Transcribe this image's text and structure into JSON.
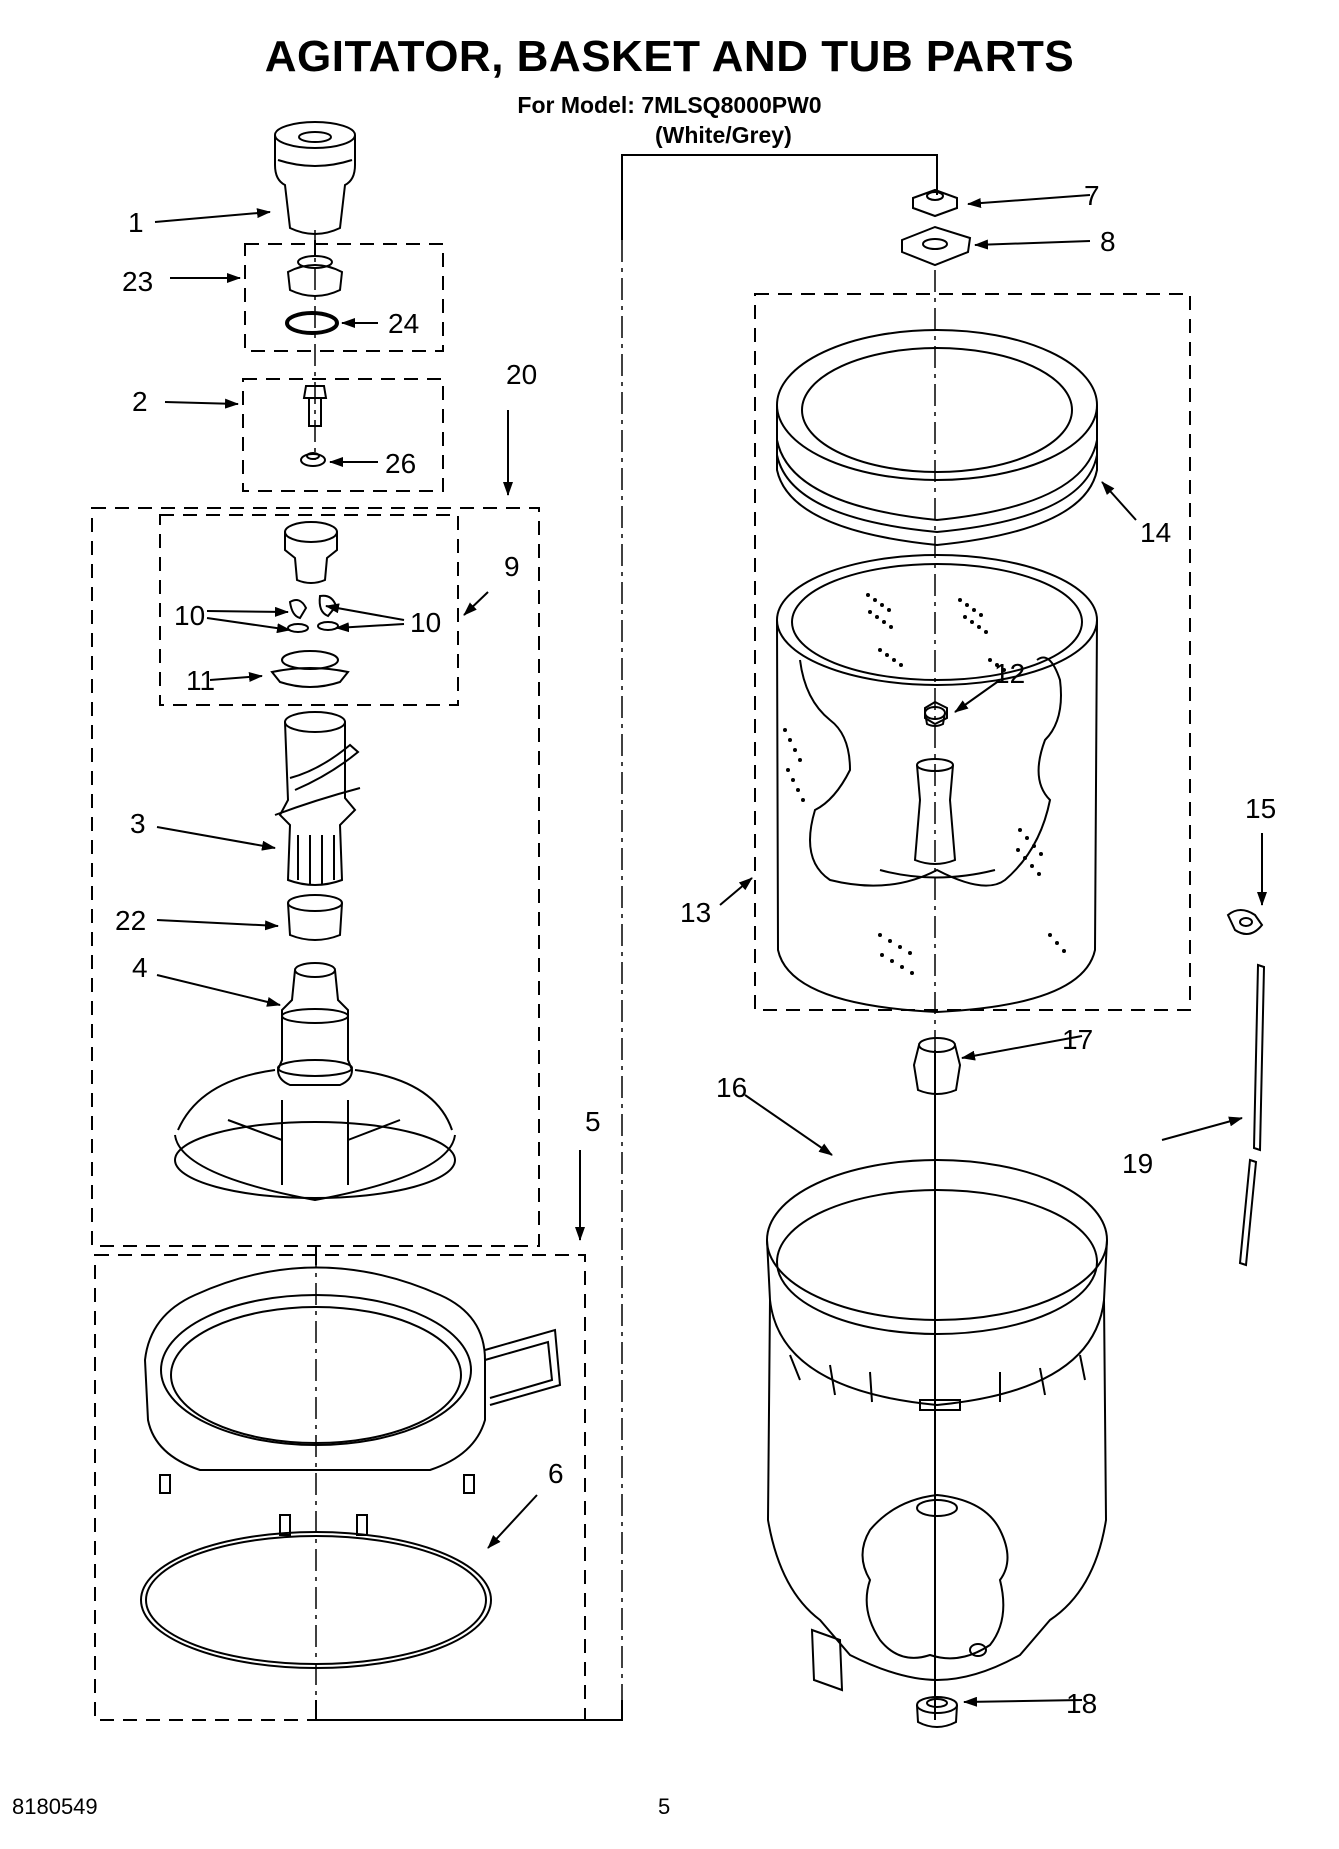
{
  "header": {
    "title": "AGITATOR, BASKET AND TUB PARTS",
    "model_line": "For Model: 7MLSQ8000PW0",
    "color_line": "(White/Grey)"
  },
  "footer": {
    "doc_number": "8180549",
    "page_number": "5"
  },
  "callouts": [
    {
      "id": "c1",
      "text": "1"
    },
    {
      "id": "c23",
      "text": "23"
    },
    {
      "id": "c24",
      "text": "24"
    },
    {
      "id": "c2",
      "text": "2"
    },
    {
      "id": "c26",
      "text": "26"
    },
    {
      "id": "c20",
      "text": "20"
    },
    {
      "id": "c9",
      "text": "9"
    },
    {
      "id": "c10a",
      "text": "10"
    },
    {
      "id": "c10b",
      "text": "10"
    },
    {
      "id": "c11",
      "text": "11"
    },
    {
      "id": "c3",
      "text": "3"
    },
    {
      "id": "c22",
      "text": "22"
    },
    {
      "id": "c4",
      "text": "4"
    },
    {
      "id": "c5",
      "text": "5"
    },
    {
      "id": "c6",
      "text": "6"
    },
    {
      "id": "c7",
      "text": "7"
    },
    {
      "id": "c8",
      "text": "8"
    },
    {
      "id": "c14",
      "text": "14"
    },
    {
      "id": "c12",
      "text": "12"
    },
    {
      "id": "c13",
      "text": "13"
    },
    {
      "id": "c15",
      "text": "15"
    },
    {
      "id": "c17",
      "text": "17"
    },
    {
      "id": "c16",
      "text": "16"
    },
    {
      "id": "c19",
      "text": "19"
    },
    {
      "id": "c18",
      "text": "18"
    }
  ]
}
